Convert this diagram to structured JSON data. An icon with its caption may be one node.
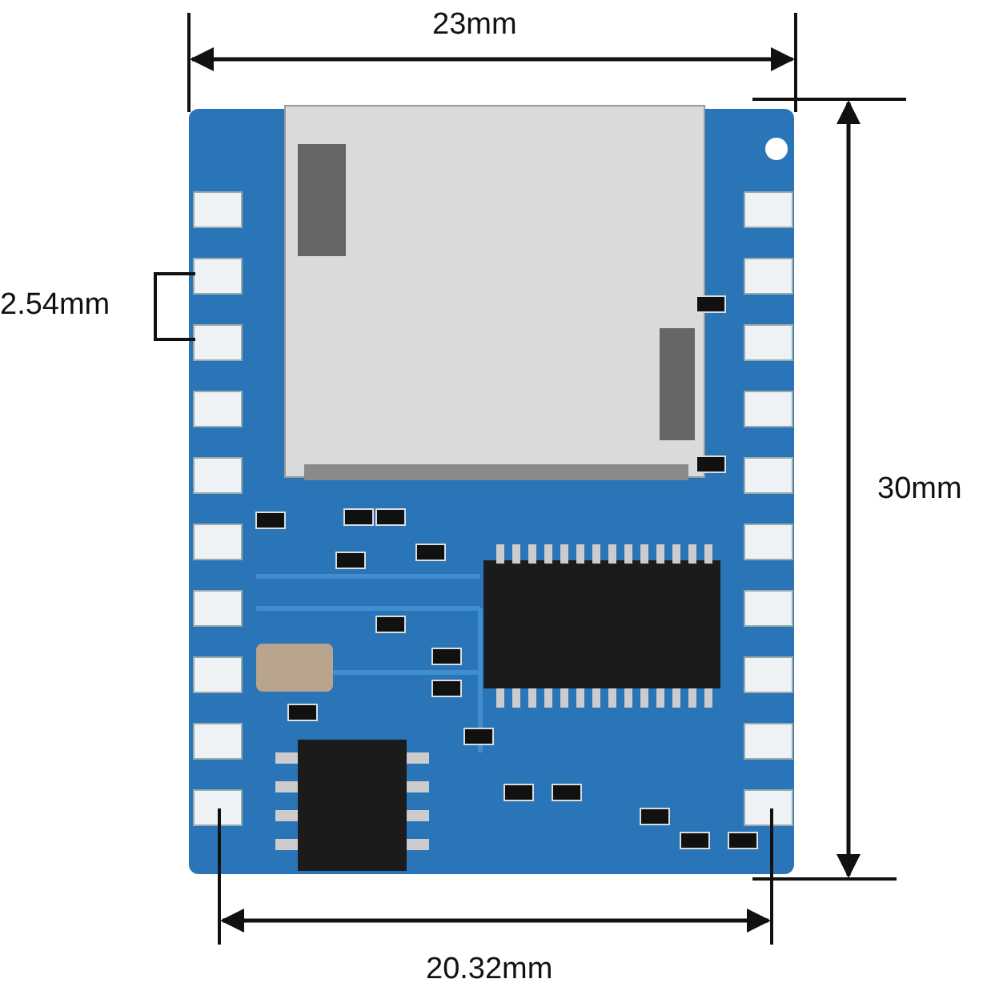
{
  "diagram": {
    "labels": [
      "23mm",
      "2.54mm",
      "30mm",
      "20.32mm"
    ]
  }
}
